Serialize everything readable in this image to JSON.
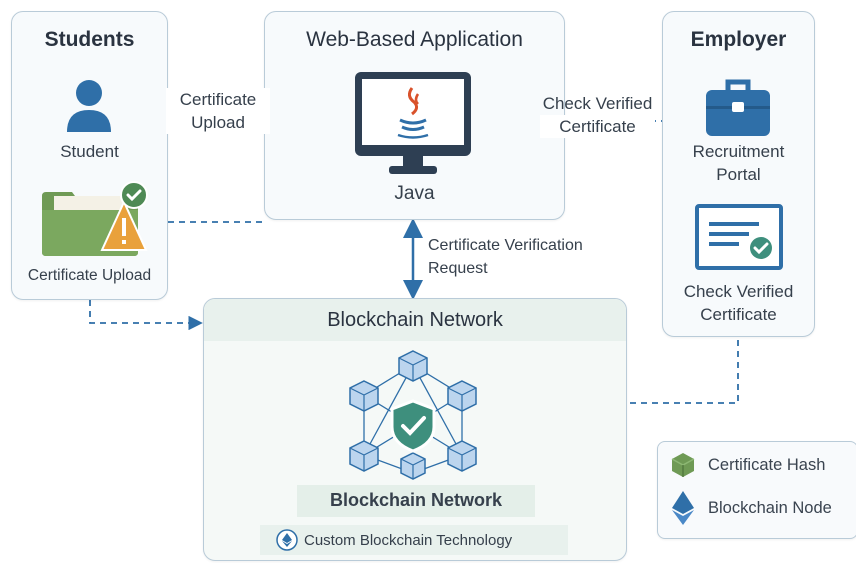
{
  "students": {
    "title": "Students",
    "student_label": "Student",
    "upload_label": "Certificate Upload"
  },
  "webapp": {
    "title": "Web-Based Application",
    "java_label": "Java"
  },
  "employer": {
    "title": "Employer",
    "portal_label_1": "Recruitment",
    "portal_label_2": "Portal",
    "check_label_1": "Check Verified",
    "check_label_2": "Certificate"
  },
  "arrows": {
    "upload_1": "Certificate",
    "upload_2": "Upload",
    "check_1": "Check Verified",
    "check_2": "Certificate",
    "verify_1": "Certificate Verification",
    "verify_2": "Request"
  },
  "blockchain": {
    "title": "Blockchain Network",
    "inner_label": "Blockchain Network",
    "tech_label": "Custom Blockchain Technology"
  },
  "legend": {
    "hash_label": "Certificate Hash",
    "node_label": "Blockchain Node"
  },
  "colors": {
    "blue": "#2f6fa8",
    "green": "#5c8a4a",
    "teal": "#3e8f7d",
    "warning": "#e9a13b"
  }
}
